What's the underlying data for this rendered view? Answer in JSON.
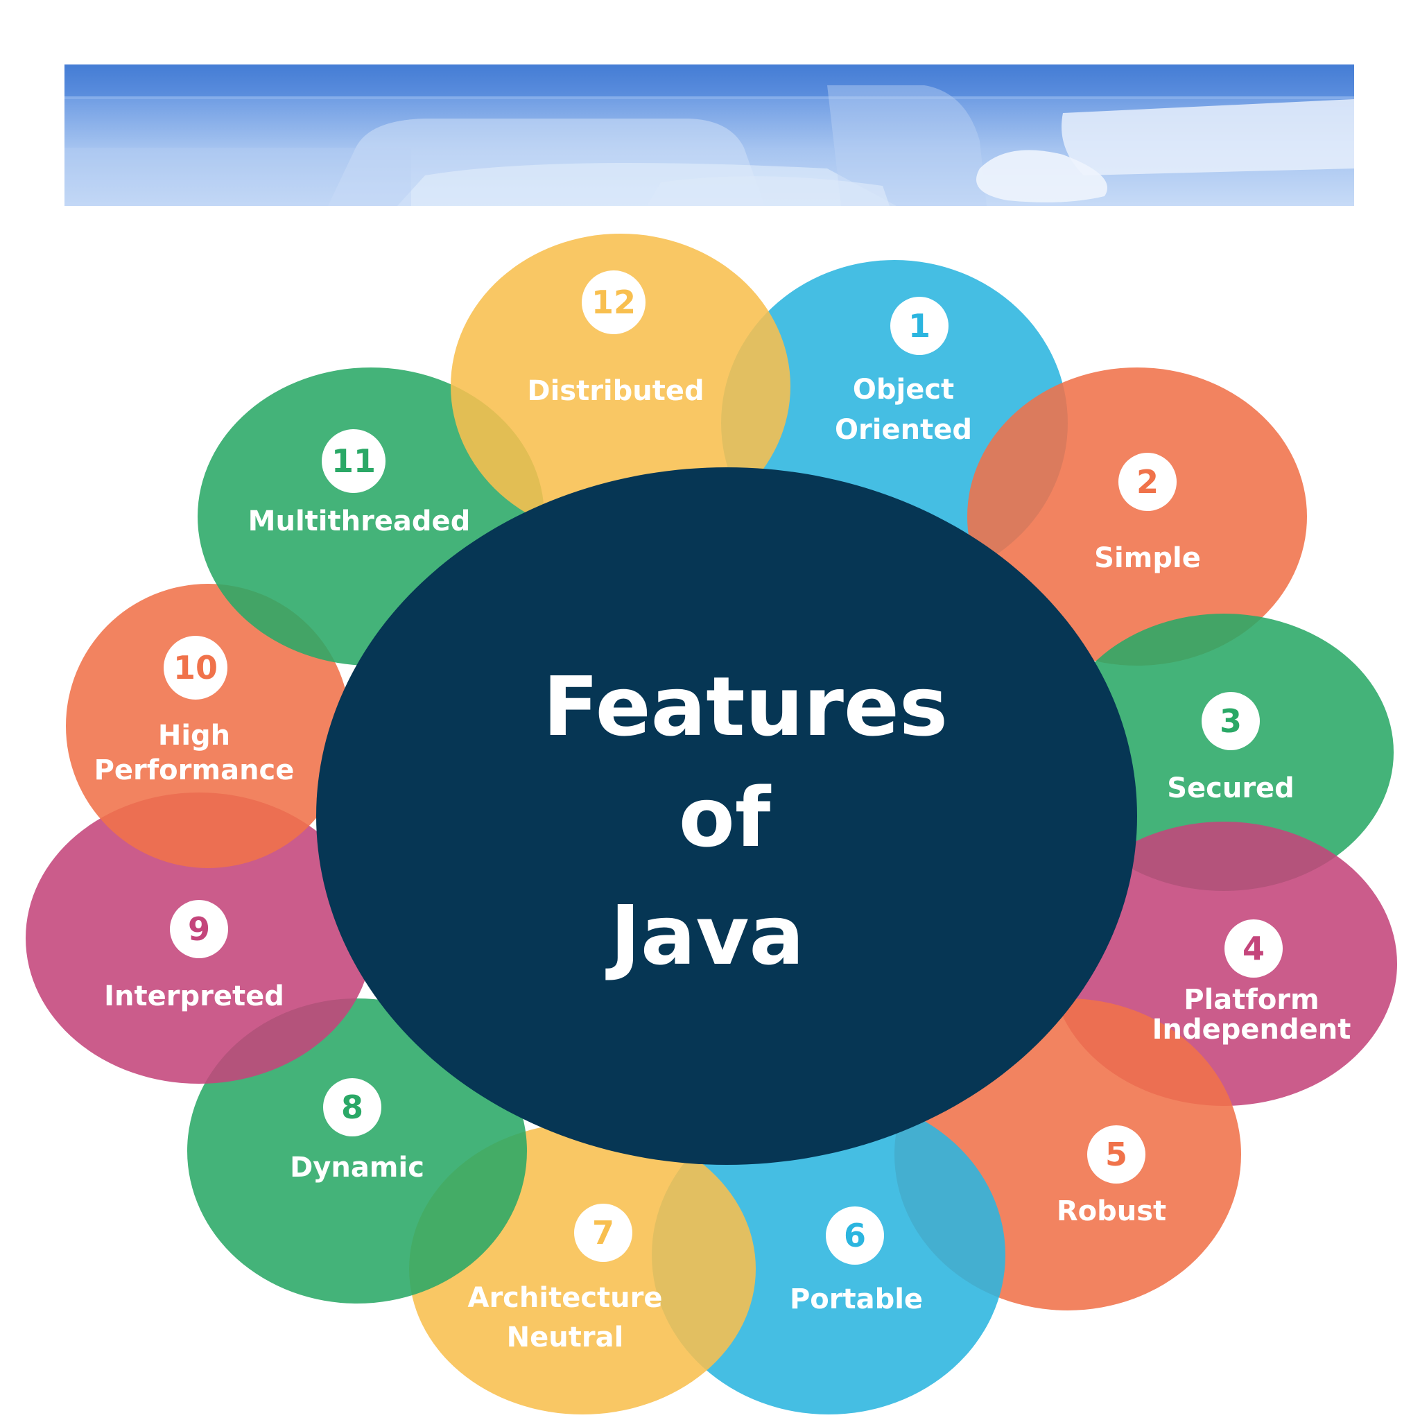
{
  "center": {
    "title_lines": [
      "Features",
      "of",
      "Java"
    ]
  },
  "features": [
    {
      "number": "1",
      "label_lines": [
        "Object",
        "Oriented"
      ],
      "color": "#2bb5df"
    },
    {
      "number": "2",
      "label_lines": [
        "Simple"
      ],
      "color": "#f0724a"
    },
    {
      "number": "3",
      "label_lines": [
        "Secured"
      ],
      "color": "#2aa866"
    },
    {
      "number": "4",
      "label_lines": [
        "Platform",
        "Independent"
      ],
      "color": "#c4457b"
    },
    {
      "number": "5",
      "label_lines": [
        "Robust"
      ],
      "color": "#f0724a"
    },
    {
      "number": "6",
      "label_lines": [
        "Portable"
      ],
      "color": "#2bb5df"
    },
    {
      "number": "7",
      "label_lines": [
        "Architecture",
        "Neutral"
      ],
      "color": "#f8bf4f"
    },
    {
      "number": "8",
      "label_lines": [
        "Dynamic"
      ],
      "color": "#2aa866"
    },
    {
      "number": "9",
      "label_lines": [
        "Interpreted"
      ],
      "color": "#c4457b"
    },
    {
      "number": "10",
      "label_lines": [
        "High",
        "Performance"
      ],
      "color": "#f0724a"
    },
    {
      "number": "11",
      "label_lines": [
        "Multithreaded"
      ],
      "color": "#2aa866"
    },
    {
      "number": "12",
      "label_lines": [
        "Distributed"
      ],
      "color": "#f8bf4f"
    }
  ],
  "colors": {
    "center": "#063654",
    "badge_bg": "#ffffff"
  }
}
